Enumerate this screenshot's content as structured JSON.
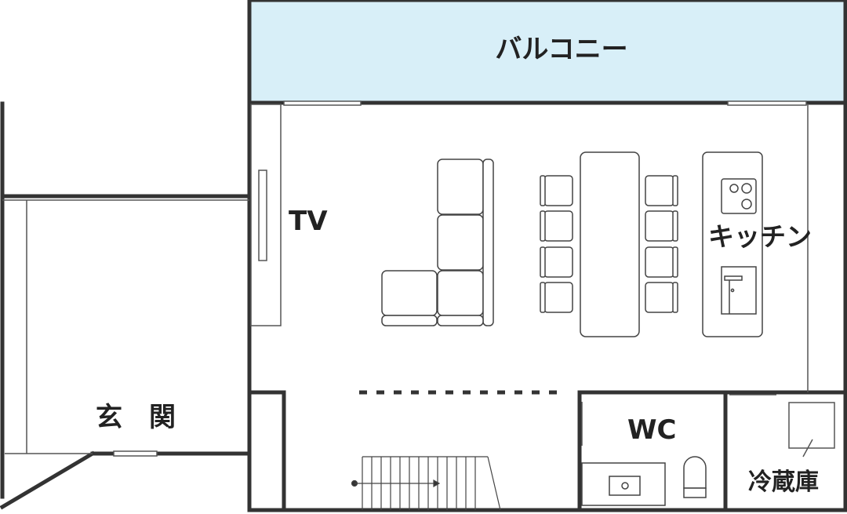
{
  "colors": {
    "wall": "#333333",
    "thin_line": "#555555",
    "balcony_fill": "#d8eff8",
    "background": "#ffffff"
  },
  "labels": {
    "balcony": "バルコニー",
    "tv": "TV",
    "kitchen": "キッチン",
    "entrance": "玄　関",
    "wc": "WC",
    "fridge": "冷蔵庫"
  },
  "icons": {
    "stove": "stove-icon",
    "sink": "sink-icon",
    "toilet": "toilet-icon",
    "stairs": "stairs-icon"
  }
}
